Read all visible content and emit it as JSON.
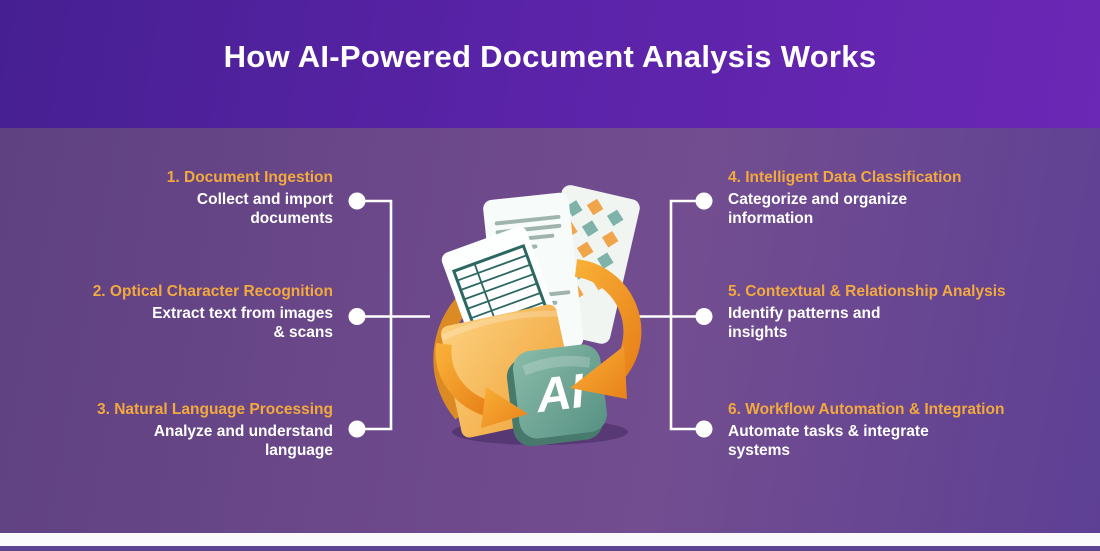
{
  "header": {
    "title": "How AI-Powered Document Analysis Works"
  },
  "steps": {
    "left": [
      {
        "heading": "1. Document Ingestion",
        "lines": [
          "Collect and import",
          "documents"
        ]
      },
      {
        "heading": "2. Optical Character Recognition",
        "lines": [
          "Extract text from images",
          "& scans"
        ]
      },
      {
        "heading": "3. Natural Language Processing",
        "lines": [
          "Analyze and understand",
          "language"
        ]
      }
    ],
    "right": [
      {
        "heading": "4. Intelligent Data Classification",
        "lines": [
          "Categorize and organize",
          "information"
        ]
      },
      {
        "heading": "5. Contextual & Relationship Analysis",
        "lines": [
          "Identify patterns and",
          "insights"
        ]
      },
      {
        "heading": "6. Workflow Automation & Integration",
        "lines": [
          "Automate tasks & integrate",
          "systems"
        ]
      }
    ]
  },
  "center": {
    "badge_label": "AI",
    "illustration": "folder-with-documents-and-ai-badge-cycle-arrows"
  },
  "colors": {
    "header_gradient_from": "#462092",
    "header_gradient_to": "#6b27b5",
    "body_gradient_from": "#5e4080",
    "body_gradient_to": "#5d3f94",
    "accent_orange": "#f2a93e",
    "text_white": "#ffffff",
    "connector_white": "#ffffff",
    "folder_orange": "#f2a43d",
    "arrow_orange": "#ef961f",
    "badge_teal": "#619a8c",
    "table_teal": "#2c6862",
    "footer_band_white": "#fafafc",
    "footer_strip_purple": "#5a4492"
  }
}
